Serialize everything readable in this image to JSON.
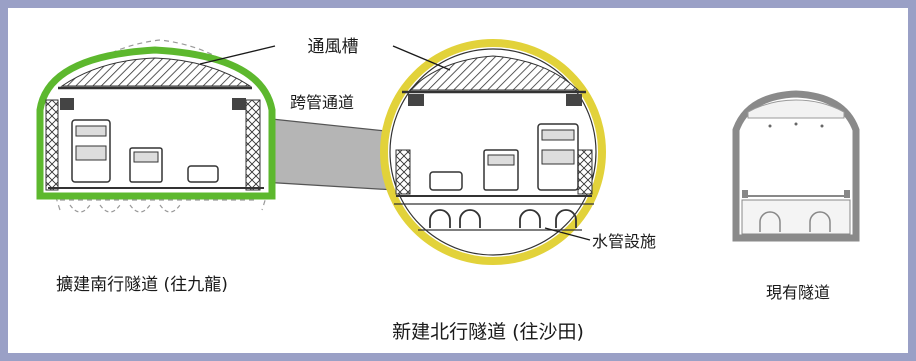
{
  "labels": {
    "ventilation_duct": "通風槽",
    "cross_passage": "跨管通道",
    "water_facilities": "水管設施",
    "south_tunnel": "擴建南行隧道 (往九龍)",
    "north_tunnel": "新建北行隧道 (往沙田)",
    "existing_tunnel": "現有隧道"
  },
  "colors": {
    "frame": "#9aa0c6",
    "south_ring": "#5db82e",
    "north_ring": "#e2d23a",
    "tunnel_grey": "#8a8a8a",
    "passage": "#b5b5b5"
  }
}
